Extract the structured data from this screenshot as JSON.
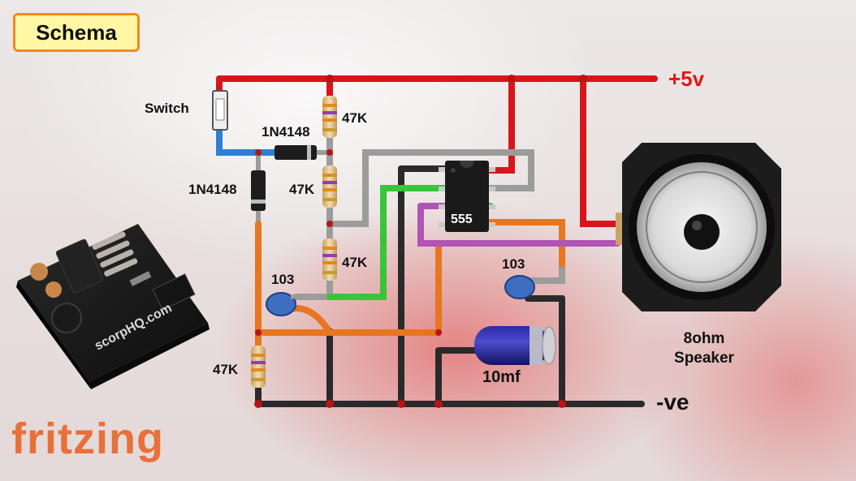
{
  "title": "Schema",
  "labels": {
    "switch": "Switch",
    "diode_top": "1N4148",
    "diode_left": "1N4148",
    "r1": "47K",
    "r2": "47K",
    "r3": "47K",
    "r4": "47K",
    "cap_left": "103",
    "cap_right": "103",
    "ic": "555",
    "electrolytic": "10mf",
    "speaker_line1": "8ohm",
    "speaker_line2": "Speaker",
    "supply_pos": "+5v",
    "supply_neg": "-ve"
  },
  "pcb_text": "scorpHQ.com",
  "brand": "fritzing",
  "colors": {
    "positive_wire": "#d7161c",
    "ground_wire": "#2a2a2a",
    "blue_wire": "#2f7fd6",
    "orange_wire": "#e7761f",
    "green_wire": "#39c43a",
    "gray_wire": "#9c9c9c",
    "purple_wire": "#b055b3",
    "title_border": "#f08a1c",
    "title_fill": "#fff6a6",
    "brand": "#e8703a"
  }
}
